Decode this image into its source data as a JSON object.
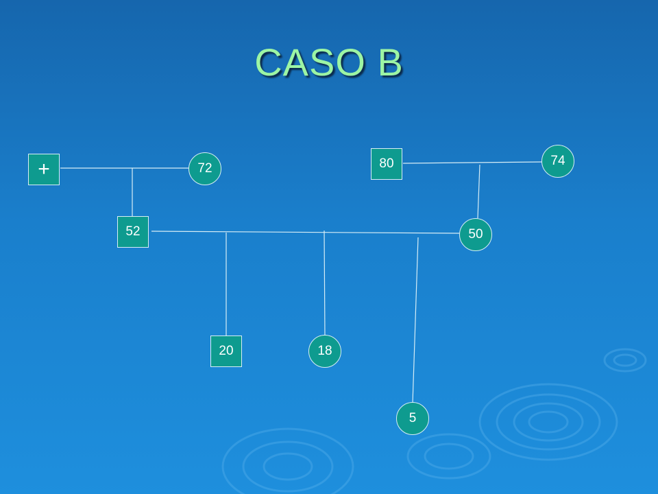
{
  "title": "CASO B",
  "colors": {
    "node_fill": "#0e9b8f",
    "title": "#9cf5a4",
    "line": "#d8eef6"
  },
  "nodes": [
    {
      "id": "plus",
      "label": "+",
      "shape": "square"
    },
    {
      "id": "n72",
      "label": "72",
      "shape": "circle"
    },
    {
      "id": "n52",
      "label": "52",
      "shape": "square"
    },
    {
      "id": "n80",
      "label": "80",
      "shape": "square"
    },
    {
      "id": "n74",
      "label": "74",
      "shape": "circle"
    },
    {
      "id": "n50",
      "label": "50",
      "shape": "circle"
    },
    {
      "id": "n20",
      "label": "20",
      "shape": "square"
    },
    {
      "id": "n18",
      "label": "18",
      "shape": "circle"
    },
    {
      "id": "n5",
      "label": "5",
      "shape": "circle"
    }
  ]
}
